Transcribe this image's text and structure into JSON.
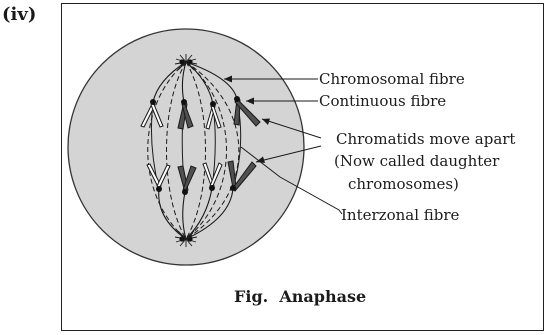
{
  "panel_label": "(iv)",
  "labels": {
    "chromosomal_fibre": "Chromosomal fibre",
    "continuous_fibre": "Continuous fibre",
    "chromatids_line1": "Chromatids move apart",
    "chromatids_line2": "(Now called daughter",
    "chromatids_line3": "chromosomes)",
    "interzonal_fibre": "Interzonal fibre"
  },
  "caption": "Fig.  Anaphase",
  "colors": {
    "cell_fill": "#d4d4d4",
    "line": "#1a1a1a",
    "chromatid_dark": "#505050",
    "chromatid_light": "#ffffff"
  }
}
